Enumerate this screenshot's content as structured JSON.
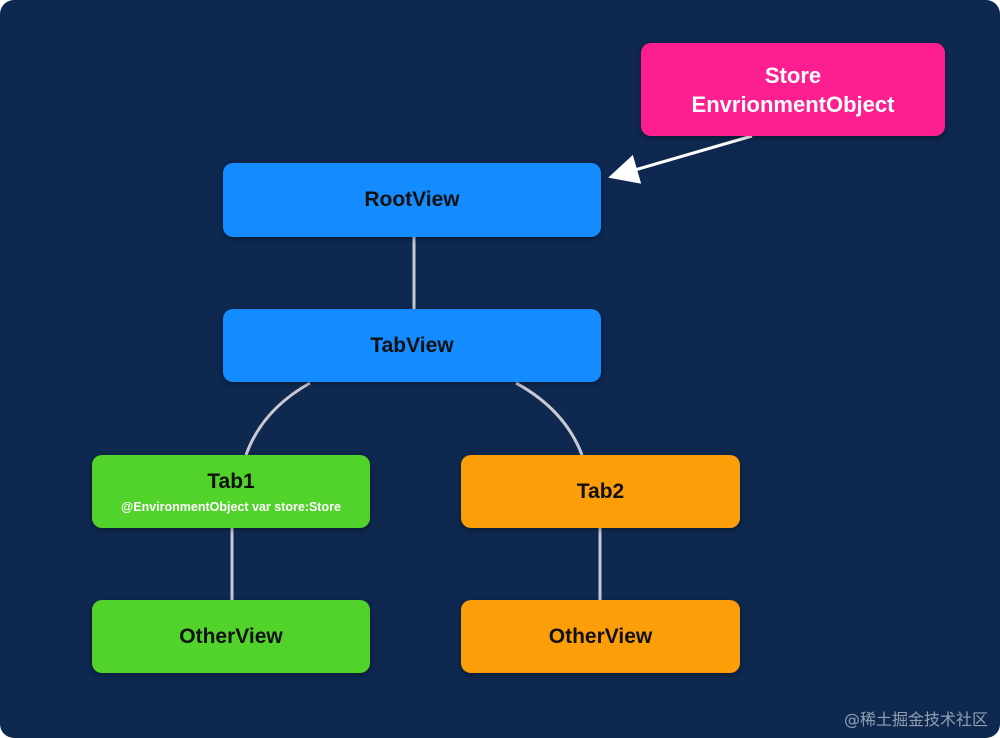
{
  "colors": {
    "background": "#0e2850",
    "store": "#fd1f8f",
    "view": "#148cff",
    "tab1": "#52d32b",
    "tab2": "#fb9e0a",
    "connector": "#c9c9d3",
    "arrow": "#ffffff",
    "dark_text": "#111111"
  },
  "nodes": {
    "store": {
      "line1": "Store",
      "line2": "EnvrionmentObject"
    },
    "root_view": {
      "label": "RootView"
    },
    "tab_view": {
      "label": "TabView"
    },
    "tab1": {
      "label": "Tab1",
      "note": "@EnvironmentObject var store:Store"
    },
    "tab2": {
      "label": "Tab2"
    },
    "other_view_left": {
      "label": "OtherView"
    },
    "other_view_right": {
      "label": "OtherView"
    }
  },
  "watermark": "@稀土掘金技术社区"
}
